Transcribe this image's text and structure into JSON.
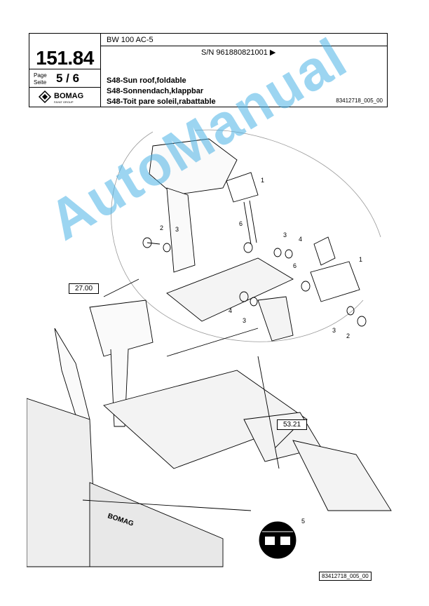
{
  "header": {
    "model": "BW 100 AC-5",
    "serial": "S/N 961880821001 ▶",
    "page_number": "151.84",
    "page_label": "Page\nSeite",
    "page_count": "5 / 6",
    "titles": [
      "S48-Sun roof,foldable",
      "S48-Sonnendach,klappbar",
      "S48-Toit pare soleil,rabattable"
    ],
    "doc_id": "83412718_005_00",
    "brand": "BOMAG",
    "brand_sub": "FAYAT GROUP"
  },
  "diagram": {
    "references": [
      "27.00",
      "53.21"
    ],
    "callouts": [
      "1",
      "2",
      "3",
      "6",
      "3",
      "4",
      "6",
      "1",
      "4",
      "3",
      "3",
      "2",
      "5"
    ],
    "panel_text": "BOMAG"
  },
  "watermark": "AutoManual",
  "footer_id": "83412718_005_00"
}
